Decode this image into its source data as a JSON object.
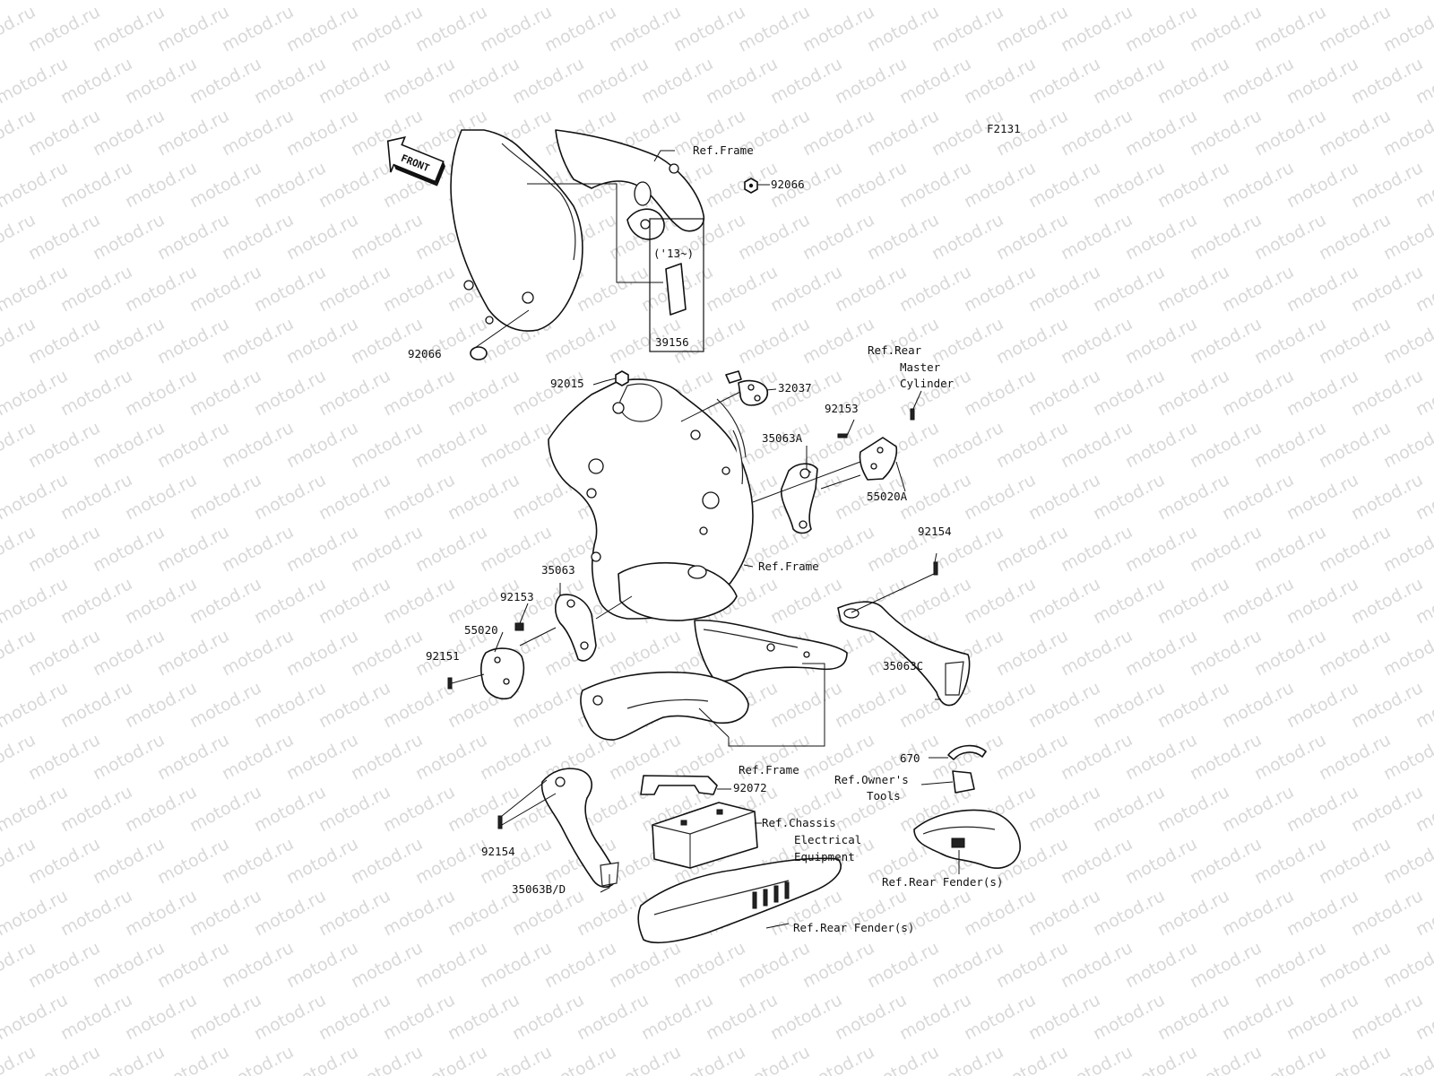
{
  "figure_code": "F2131",
  "watermark": {
    "text": "motod.ru"
  },
  "front_arrow": {
    "label": "FRONT"
  },
  "callouts": [
    {
      "id": "ref-frame-top",
      "text": "Ref.Frame"
    },
    {
      "id": "p92066-right",
      "text": "92066"
    },
    {
      "id": "year-note",
      "text": "('13~)"
    },
    {
      "id": "p39156",
      "text": "39156"
    },
    {
      "id": "p92066-left",
      "text": "92066"
    },
    {
      "id": "ref-rear-master-cylinder",
      "lines": [
        "Ref.Rear",
        "Master",
        "Cylinder"
      ]
    },
    {
      "id": "p92015",
      "text": "92015"
    },
    {
      "id": "p32037",
      "text": "32037"
    },
    {
      "id": "p92153-right",
      "text": "92153"
    },
    {
      "id": "p35063A",
      "text": "35063A"
    },
    {
      "id": "p55020A",
      "text": "55020A"
    },
    {
      "id": "p92154-right",
      "text": "92154"
    },
    {
      "id": "ref-frame-mid",
      "text": "Ref.Frame"
    },
    {
      "id": "p35063",
      "text": "35063"
    },
    {
      "id": "p92153-left",
      "text": "92153"
    },
    {
      "id": "p55020",
      "text": "55020"
    },
    {
      "id": "p92151",
      "text": "92151"
    },
    {
      "id": "p35063C",
      "text": "35063C"
    },
    {
      "id": "ref-frame-bottom",
      "text": "Ref.Frame"
    },
    {
      "id": "p670",
      "text": "670"
    },
    {
      "id": "ref-owners-tools",
      "lines": [
        "Ref.Owner's",
        "Tools"
      ]
    },
    {
      "id": "p92072",
      "text": "92072"
    },
    {
      "id": "ref-chassis-electrical",
      "lines": [
        "Ref.Chassis",
        "Electrical",
        "Equipment"
      ]
    },
    {
      "id": "p92154-left",
      "text": "92154"
    },
    {
      "id": "p35063BD",
      "text": "35063B/D"
    },
    {
      "id": "ref-rear-fender-right",
      "text": "Ref.Rear Fender(s)"
    },
    {
      "id": "ref-rear-fender-bottom",
      "text": "Ref.Rear Fender(s)"
    }
  ]
}
